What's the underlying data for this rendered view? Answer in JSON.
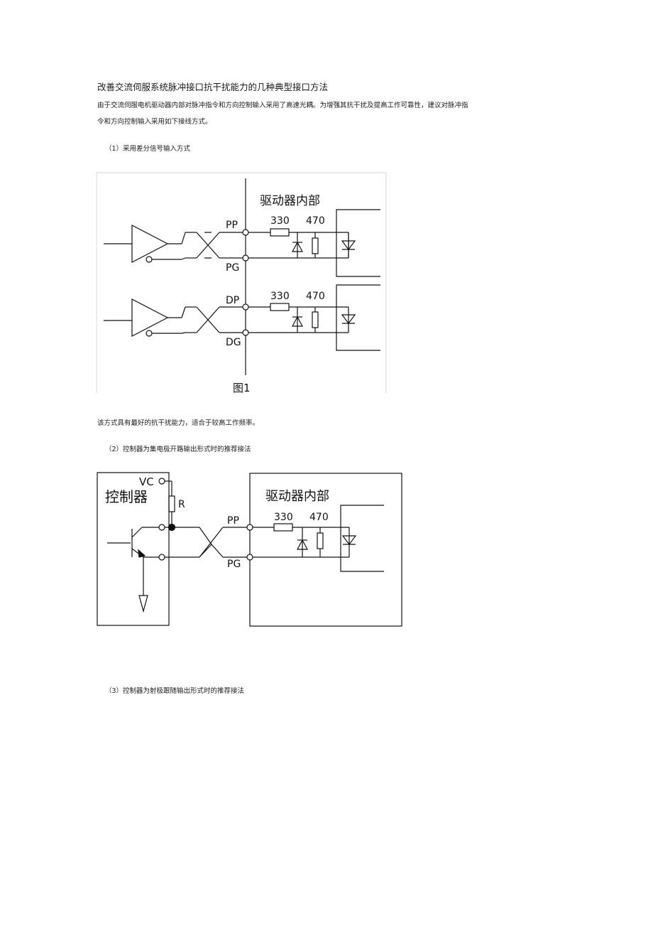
{
  "doc": {
    "title": "改善交流伺服系统脉冲接口抗干扰能力的几种典型接口方法",
    "intro_line1": "由于交流伺服电机驱动器内部对脉冲指令和方向控制输入采用了高速光耦。为增强其抗干扰及提高工作可靠性，建议对脉冲指",
    "intro_line2": "令和方向控制输入采用如下接线方式。",
    "section1": "（1）采用差分信号输入方式",
    "section1_note": "该方式具有最好的抗干扰能力，适合于较高工作频率。",
    "section2": "（2）控制器为集电极开路输出形式时的推荐接法",
    "section3": "（3）控制器为射极跟随输出形式时的推荐接法"
  },
  "figure1": {
    "driver_label": "驱动器内部",
    "caption": "图1",
    "pp": "PP",
    "pg": "PG",
    "dp": "DP",
    "dg": "DG",
    "r1": "330",
    "r2": "470"
  },
  "figure2": {
    "controller_label": "控制器",
    "driver_label": "驱动器内部",
    "vc": "VC",
    "r": "R",
    "pp": "PP",
    "pg": "PG",
    "r1": "330",
    "r2": "470"
  }
}
